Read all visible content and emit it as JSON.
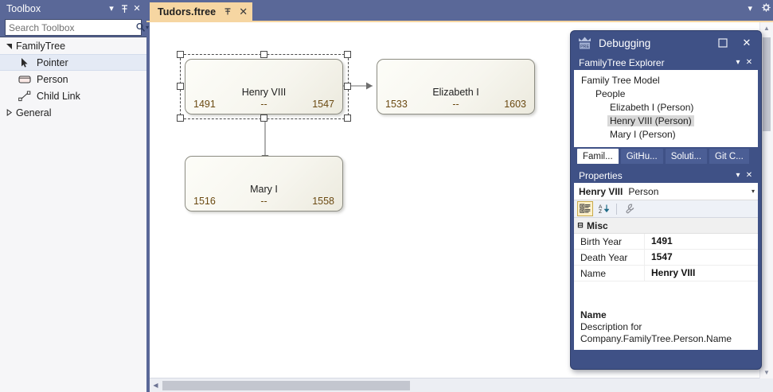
{
  "toolbox": {
    "title": "Toolbox",
    "header_buttons": [
      {
        "name": "dropdown",
        "glyph": "▾"
      },
      {
        "name": "pin",
        "glyph": "⯆"
      },
      {
        "name": "close",
        "glyph": "✕"
      }
    ],
    "search": {
      "placeholder": "Search Toolbox",
      "value": "",
      "icon": "search-icon",
      "caret": "▾"
    },
    "groups": [
      {
        "label": "FamilyTree",
        "expander": "◢",
        "expanded": true,
        "items": [
          {
            "label": "Pointer",
            "icon": "pointer-icon",
            "selected": true
          },
          {
            "label": "Person",
            "icon": "rectangle-icon",
            "selected": false
          },
          {
            "label": "Child Link",
            "icon": "link-line-icon",
            "selected": false
          }
        ]
      },
      {
        "label": "General",
        "expander": "▷",
        "expanded": false,
        "items": []
      }
    ]
  },
  "editor": {
    "tab": {
      "label": "Tudors.ftree",
      "pin_glyph": "⯆",
      "close_glyph": "✕"
    },
    "tabstrip_right": [
      {
        "name": "tab-list-dropdown",
        "glyph": "▾"
      },
      {
        "name": "settings-gear",
        "glyph": "⚙"
      }
    ],
    "scrollbars": {
      "h_left_arrow": "◀",
      "h_right_arrow": "▶",
      "v_up_arrow": "▲",
      "v_down_arrow": "▼"
    }
  },
  "diagram": {
    "nodes": [
      {
        "name": "Henry VIII",
        "birth": "1491",
        "death": "1547",
        "separator": "--",
        "selected": true
      },
      {
        "name": "Elizabeth I",
        "birth": "1533",
        "death": "1603",
        "separator": "--",
        "selected": false
      },
      {
        "name": "Mary I",
        "birth": "1516",
        "death": "1558",
        "separator": "--",
        "selected": false
      }
    ],
    "links": [
      {
        "from": "Henry VIII",
        "to": "Elizabeth I",
        "type": "child-link"
      },
      {
        "from": "Henry VIII",
        "to": "Mary I",
        "type": "child-link"
      }
    ]
  },
  "debug_window": {
    "title": "Debugging",
    "icon": "preview-app-icon",
    "maximize_glyph": "❐",
    "close_glyph": "✕",
    "explorer": {
      "title": "FamilyTree Explorer",
      "dropdown_glyph": "▾",
      "close_glyph": "✕",
      "tree": [
        {
          "label": "Family Tree Model",
          "depth": 0,
          "selected": false
        },
        {
          "label": "People",
          "depth": 1,
          "selected": false
        },
        {
          "label": "Elizabeth I (Person)",
          "depth": 2,
          "selected": false
        },
        {
          "label": "Henry VIII (Person)",
          "depth": 2,
          "selected": true
        },
        {
          "label": "Mary I (Person)",
          "depth": 2,
          "selected": false
        }
      ],
      "tabs": [
        {
          "label": "Famil...",
          "active": true
        },
        {
          "label": "GitHu...",
          "active": false
        },
        {
          "label": "Soluti...",
          "active": false
        },
        {
          "label": "Git C...",
          "active": false
        }
      ]
    },
    "properties": {
      "title": "Properties",
      "dropdown_glyph": "▾",
      "close_glyph": "✕",
      "selected_object": "Henry VIII",
      "selected_type": "Person",
      "selector_caret": "▾",
      "toolbar": [
        {
          "name": "categorized-button",
          "icon": "categorized-icon",
          "active": true
        },
        {
          "name": "alphabetical-button",
          "icon": "sort-az-icon",
          "active": false
        },
        {
          "name": "property-pages-button",
          "icon": "wrench-icon",
          "active": false
        }
      ],
      "category": {
        "label": "Misc",
        "expander": "⊟"
      },
      "rows": [
        {
          "key": "Birth Year",
          "value": "1491"
        },
        {
          "key": "Death Year",
          "value": "1547"
        },
        {
          "key": "Name",
          "value": "Henry VIII"
        }
      ],
      "description": {
        "title": "Name",
        "text": "Description for Company.FamilyTree.Person.Name"
      }
    }
  },
  "colors": {
    "chrome_blue": "#5a6898",
    "tab_active": "#f6d6a2",
    "panel_bg": "#f6f6f8",
    "float_window": "#3f5186",
    "node_fill": "#f7f6ef",
    "node_text_year": "#6b4a12",
    "selection_handle": "#ffffff"
  }
}
